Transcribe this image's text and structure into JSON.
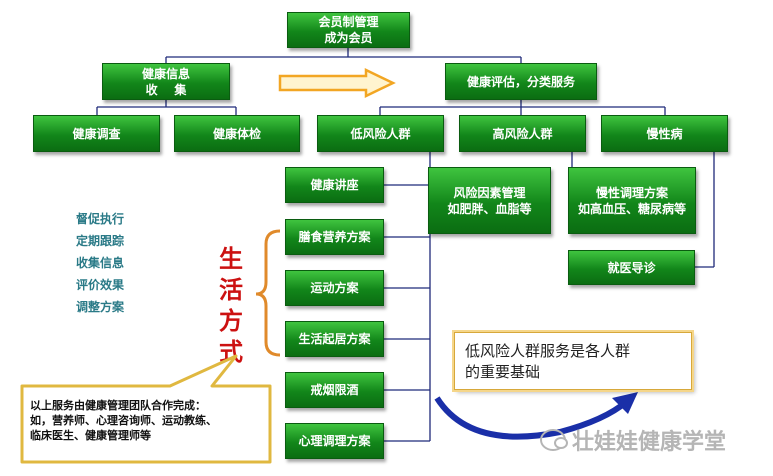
{
  "nodes": {
    "top": [
      "会员制管理",
      "成为会员"
    ],
    "collect": [
      "健康信息",
      "收    集"
    ],
    "assess": [
      "健康评估，分类服务"
    ],
    "survey": [
      "健康调查"
    ],
    "checkup": [
      "健康体检"
    ],
    "low_risk": [
      "低风险人群"
    ],
    "high_risk": [
      "高风险人群"
    ],
    "chronic": [
      "慢性病"
    ],
    "lecture": [
      "健康讲座"
    ],
    "risk_mgmt": [
      "风险因素管理",
      "如肥胖、血脂等"
    ],
    "chronic_plan": [
      "慢性调理方案",
      "如高血压、糖尿病等"
    ],
    "diet": [
      "膳食营养方案"
    ],
    "referral": [
      "就医导诊"
    ],
    "exercise": [
      "运动方案"
    ],
    "routine": [
      "生活起居方案"
    ],
    "smoking": [
      "戒烟限酒"
    ],
    "psych": [
      "心理调理方案"
    ]
  },
  "side_list": [
    "督促执行",
    "定期跟踪",
    "收集信息",
    "评价效果",
    "调整方案"
  ],
  "lifestyle_label": [
    "生",
    "活",
    "方",
    "式"
  ],
  "callout": [
    "低风险人群服务是各人群",
    "的重要基础"
  ],
  "note": [
    "以上服务由健康管理团队合作完成：",
    "如，营养师、心理咨询师、运动教练、",
    "临床医生、健康管理师等"
  ],
  "watermark": "壮娃娃健康学堂",
  "colors": {
    "box_green": "#12861a",
    "line_navy": "#1f2a7a",
    "arrow_orange": "#f2a623",
    "side_teal": "#2a7a87",
    "lifestyle_red": "#cc1111",
    "brace_orange": "#e08a2b",
    "callout_border": "#d7a83a",
    "note_border": "#e0b840",
    "curve_blue": "#1a2fa8"
  }
}
